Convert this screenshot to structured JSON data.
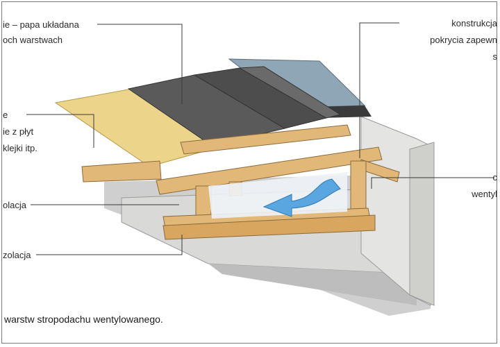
{
  "labels": {
    "top_left_line1": "ie – papa układana",
    "top_left_line2": "och warstwach",
    "mid_left_line1": "e",
    "mid_left_line2": "ie z płyt",
    "mid_left_line3": "klejki itp.",
    "left_insulation_upper": "olacja",
    "left_insulation_lower": "zolacja",
    "top_right_line1": "konstrukcja",
    "top_right_line2": "pokrycia zapewn",
    "top_right_line3": "s",
    "mid_right_line1": "c",
    "mid_right_line2": "wentyl"
  },
  "caption": "warstw stropodachu wentylowanego.",
  "colors": {
    "label_line": "#3a3a3a",
    "plywood": "#ecd58a",
    "roofing_felt": "#5a5a5a",
    "timber": "#e2b878",
    "wall": "#e4e4e2",
    "flashing": "#8fa6b6",
    "airflow_arrow": "#5aa6e0"
  }
}
